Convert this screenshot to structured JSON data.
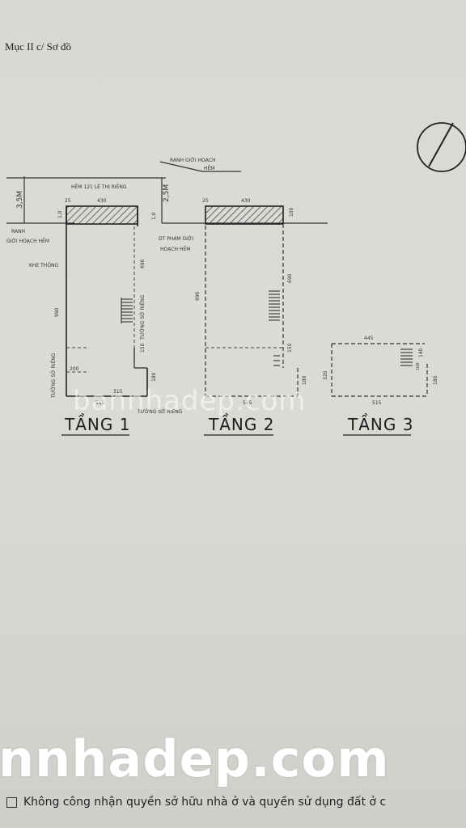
{
  "section_heading": "Mục II c/ Sơ đồ",
  "plan": {
    "labels": {
      "ranh_qh_top": "RANH GIỚI HOẠCH",
      "hem_4m": "HẺM",
      "hem_address": "HẺM 121 LÊ THỊ RIÊNG",
      "ranh": "RANH",
      "gioi_hoach_hem": "GIỚI HOẠCH HẺM",
      "dt_pham_gioi": "DT PHẠM GIỚI",
      "hoach_hem": "HOẠCH HẺM",
      "khe_thong": "KHE THÔNG",
      "tuong_so_rieng_1": "TƯỜNG SỞ RIÊNG",
      "tuong_so_rieng_2": "TƯỜNG SỞ RIÊNG",
      "tuong_so_rieng_3": "TƯỜNG SỞ RIÊNG"
    },
    "dims": {
      "d35": "3,5M",
      "d25": "2,5M",
      "d10a": "1,0",
      "d10b": "1,0",
      "w25": "25",
      "w430": "430",
      "w430b": "430",
      "w25b": "25",
      "w100": "100",
      "h990": "990",
      "h990b": "990",
      "h690": "690",
      "h690b": "690",
      "h150": "150",
      "h150b": "150",
      "h180": "180",
      "h180b": "180",
      "h180c": "180",
      "w200": "200",
      "w315": "315",
      "w515": "515",
      "w515b": "515",
      "w515c": "515",
      "w445": "445",
      "h320": "320",
      "h140": "140",
      "h100": "100"
    },
    "floors": [
      "TẦNG 1",
      "TẦNG 2",
      "TẦNG 3"
    ]
  },
  "watermark_small": "bannhadep.com",
  "watermark_big": "nnhadep.com",
  "footer_text": "Không công nhận quyền sở hữu nhà ở và quyền sử dụng đất ở c"
}
